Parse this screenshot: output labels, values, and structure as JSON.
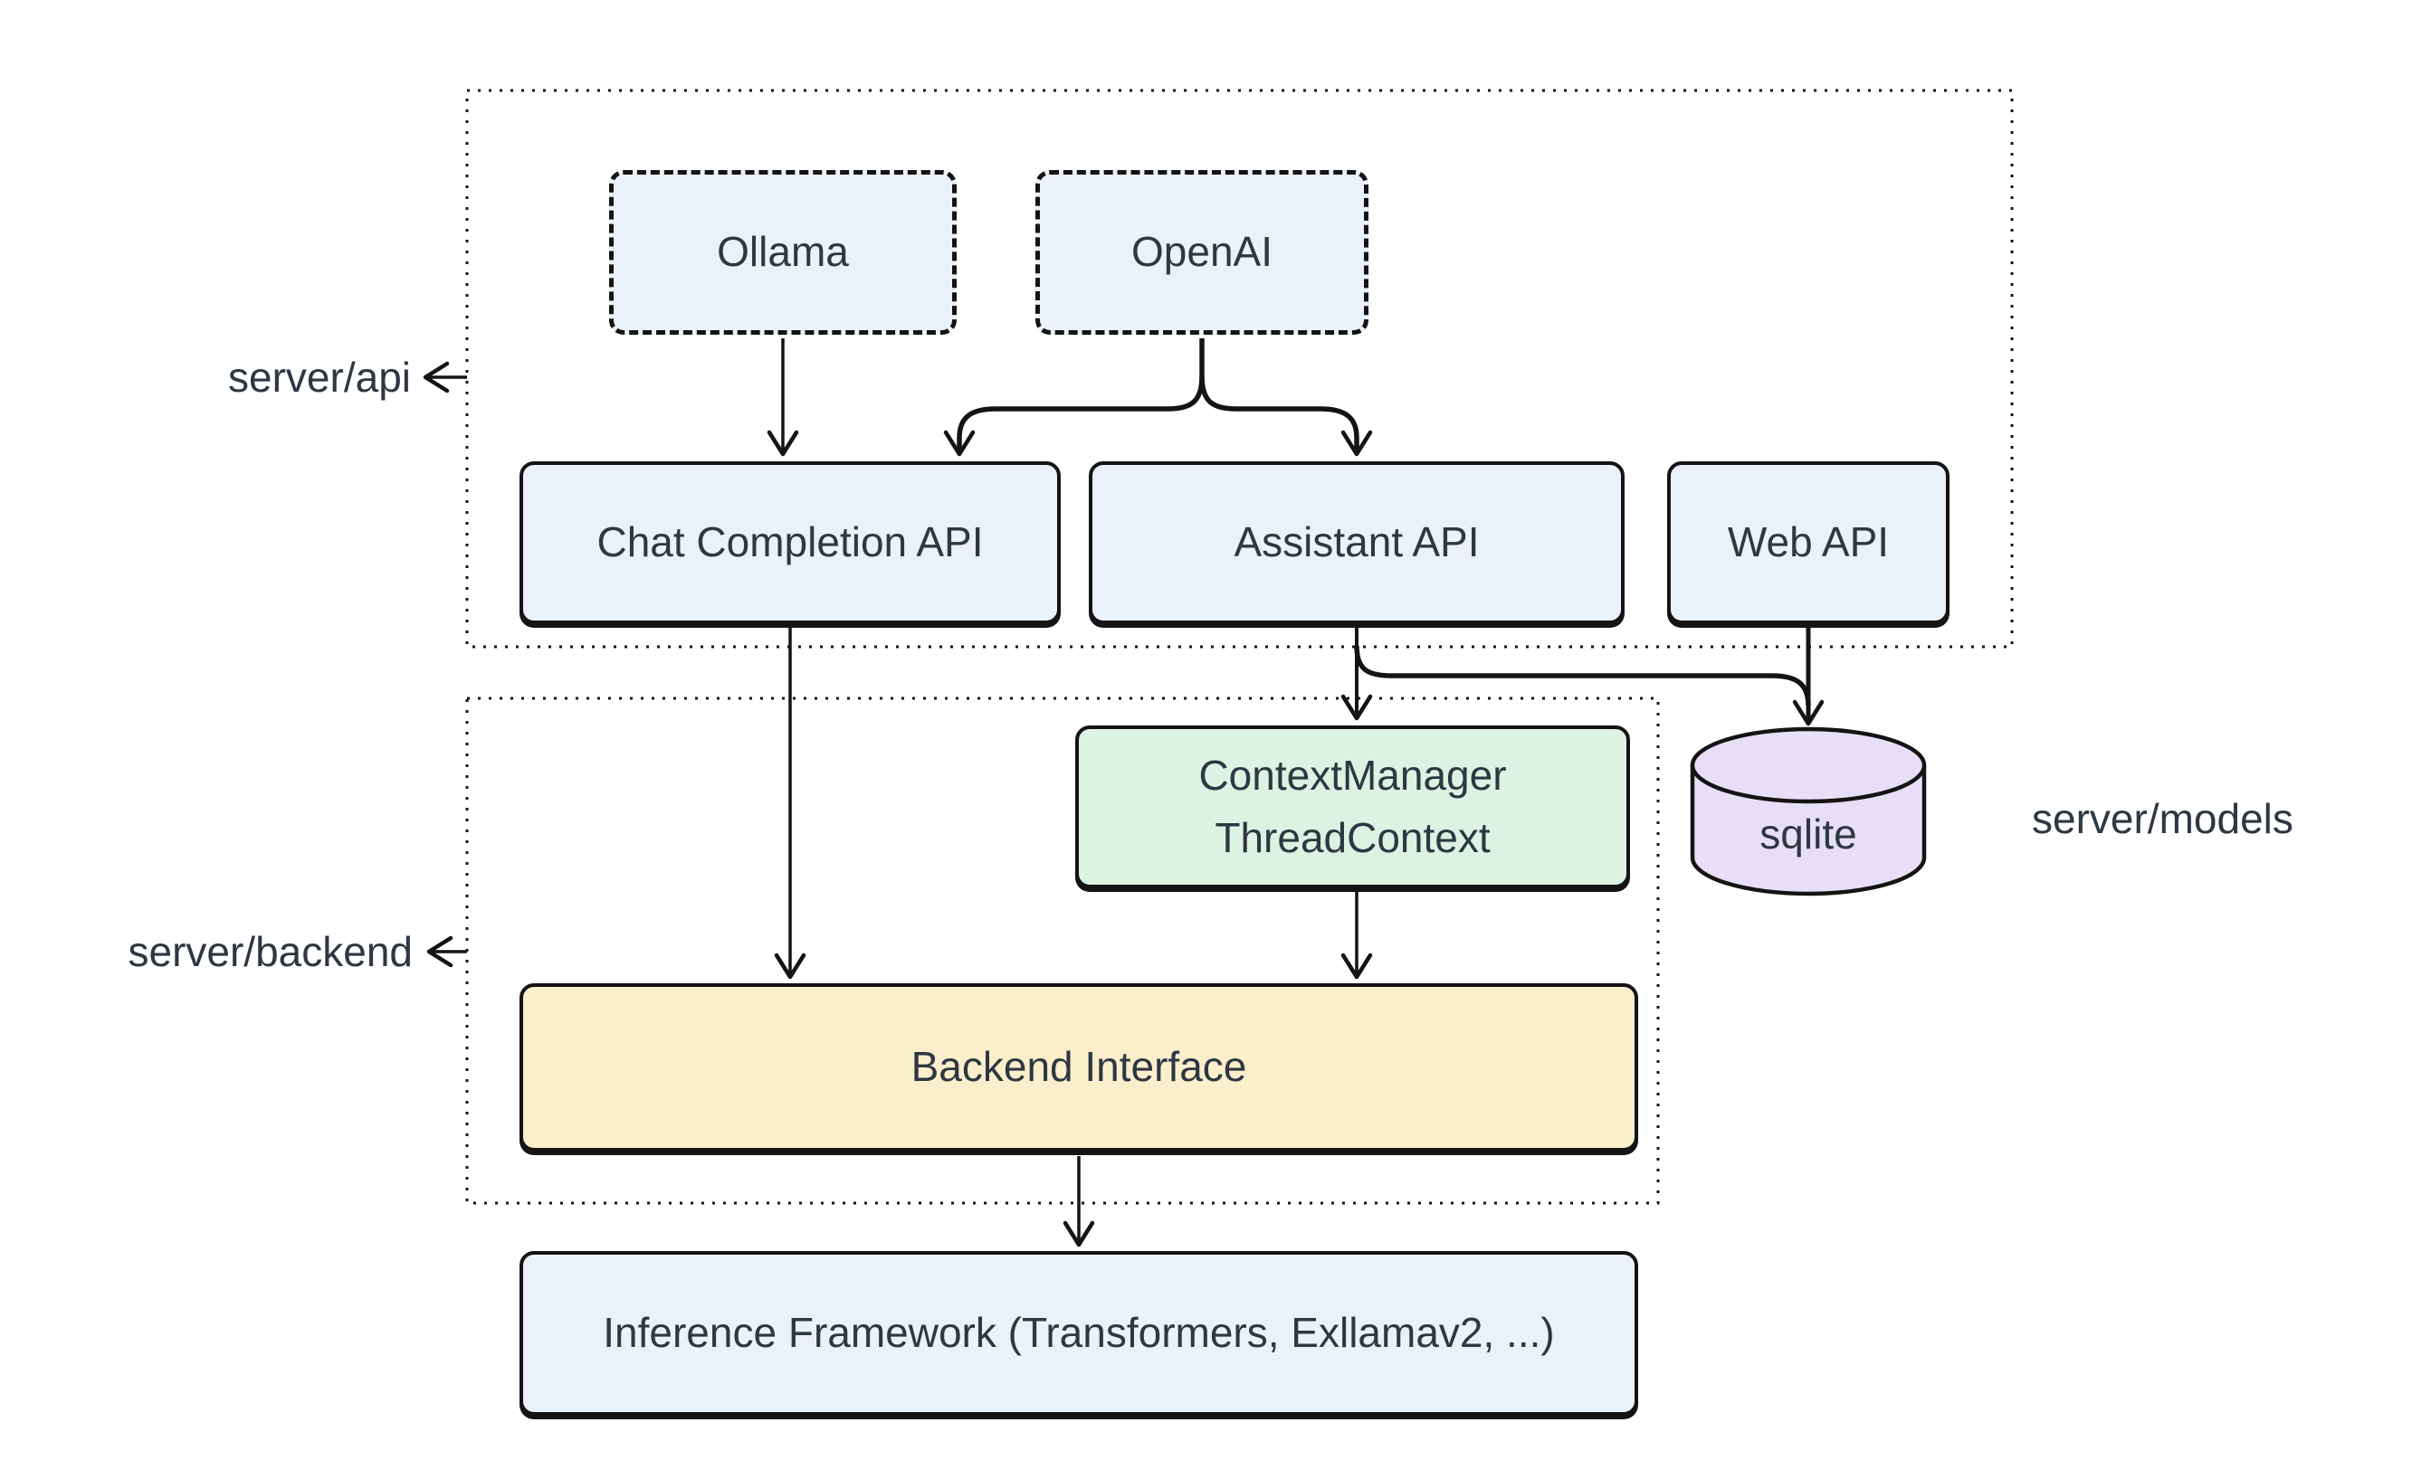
{
  "diagram": {
    "title_hint": "server architecture diagram",
    "groups": {
      "api": {
        "label": "server/api"
      },
      "backend": {
        "label": "server/backend"
      },
      "models": {
        "label": "server/models"
      }
    },
    "nodes": {
      "ollama": {
        "label": "Ollama",
        "style": "dashed-blue"
      },
      "openai": {
        "label": "OpenAI",
        "style": "dashed-blue"
      },
      "chat_completion_api": {
        "label": "Chat Completion API",
        "style": "blue"
      },
      "assistant_api": {
        "label": "Assistant API",
        "style": "blue"
      },
      "web_api": {
        "label": "Web API",
        "style": "blue"
      },
      "context_manager": {
        "line1": "ContextManager",
        "line2": "ThreadContext",
        "style": "green"
      },
      "sqlite": {
        "label": "sqlite",
        "style": "purple-cylinder"
      },
      "backend_interface": {
        "label": "Backend Interface",
        "style": "yellow"
      },
      "inference_framework": {
        "label": "Inference Framework (Transformers, Exllamav2, ...)",
        "style": "blue"
      }
    },
    "edges": [
      {
        "from": "ollama",
        "to": "chat_completion_api"
      },
      {
        "from": "openai",
        "to": "chat_completion_api"
      },
      {
        "from": "openai",
        "to": "assistant_api"
      },
      {
        "from": "chat_completion_api",
        "to": "backend_interface"
      },
      {
        "from": "assistant_api",
        "to": "context_manager"
      },
      {
        "from": "assistant_api",
        "to": "sqlite"
      },
      {
        "from": "web_api",
        "to": "sqlite"
      },
      {
        "from": "context_manager",
        "to": "backend_interface"
      },
      {
        "from": "backend_interface",
        "to": "inference_framework"
      }
    ],
    "colors": {
      "node_blue": "#EBF1FA",
      "node_green": "#DCF2E2",
      "node_yellow": "#FBEFCB",
      "node_purple": "#E7DFF7",
      "stroke": "#141414",
      "text": "#2E3742",
      "background": "#ffffff"
    }
  }
}
